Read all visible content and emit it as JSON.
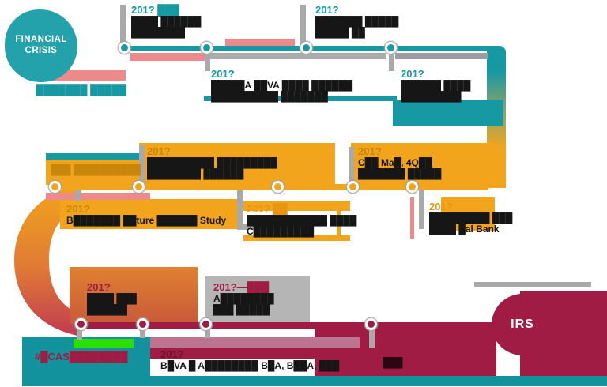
{
  "colors": {
    "teal": "#1799a4",
    "teal_circle": "#23a2ac",
    "teal_bottom": "#12929c",
    "gold": "#f2a51c",
    "maroon": "#a01c45",
    "pink": "#ec8a8c",
    "mauve": "#bd7490",
    "green": "#2ae000",
    "gray_connector": "#a9a9a9",
    "orange_ribbon": "#e08030",
    "text_dark": "#161616"
  },
  "financial_crisis_circle": {
    "line1": "FINANCIAL",
    "line2": "CRISIS"
  },
  "irs_circle": {
    "label": "IRS"
  },
  "row1": {
    "caption_under_circle": "███████ █████",
    "above": [
      {
        "year": "201? ███",
        "line1": "████ ██████",
        "line2": "████████"
      },
      {
        "year": "201?",
        "line1": "███████ █████",
        "line2": "█████ ██"
      }
    ],
    "below": [
      {
        "year": "201?",
        "line1": "█████A ██VA ████ ██████",
        "line2": "██████████ ███████"
      },
      {
        "year": "201?",
        "line1": "██████ ████",
        "line2": "█████████"
      }
    ]
  },
  "row2": {
    "caption_left": "███ ██████████",
    "above": [
      {
        "year": "201?",
        "line1": "██████████ █████████",
        "line2": "████████ ██████"
      },
      {
        "year": "201?",
        "line1": "C██ Ma█, 4Q██",
        "line2": "███████ █████"
      }
    ],
    "below": [
      {
        "year": "201?",
        "line1": "B███████ ██ture ██████ Study",
        "line2": ""
      },
      {
        "year": "201? ██",
        "line1": "████████████ ████",
        "line2": "C█████████"
      },
      {
        "year": "201?",
        "line1": "█████████ ███",
        "line2": "████ █al Bank"
      }
    ]
  },
  "row3": {
    "above": [
      {
        "year": "201?",
        "line1": "████ ███",
        "line2": "██████"
      },
      {
        "year": "201?—███",
        "line1": "A████████",
        "line2": "███ █████"
      }
    ],
    "hashtag_caption": "#█CAS████████",
    "below": [
      {
        "year": "201?",
        "line1": "B█VA █ A████████ B█A, B██A, ███"
      },
      {
        "line1": "███"
      }
    ]
  }
}
